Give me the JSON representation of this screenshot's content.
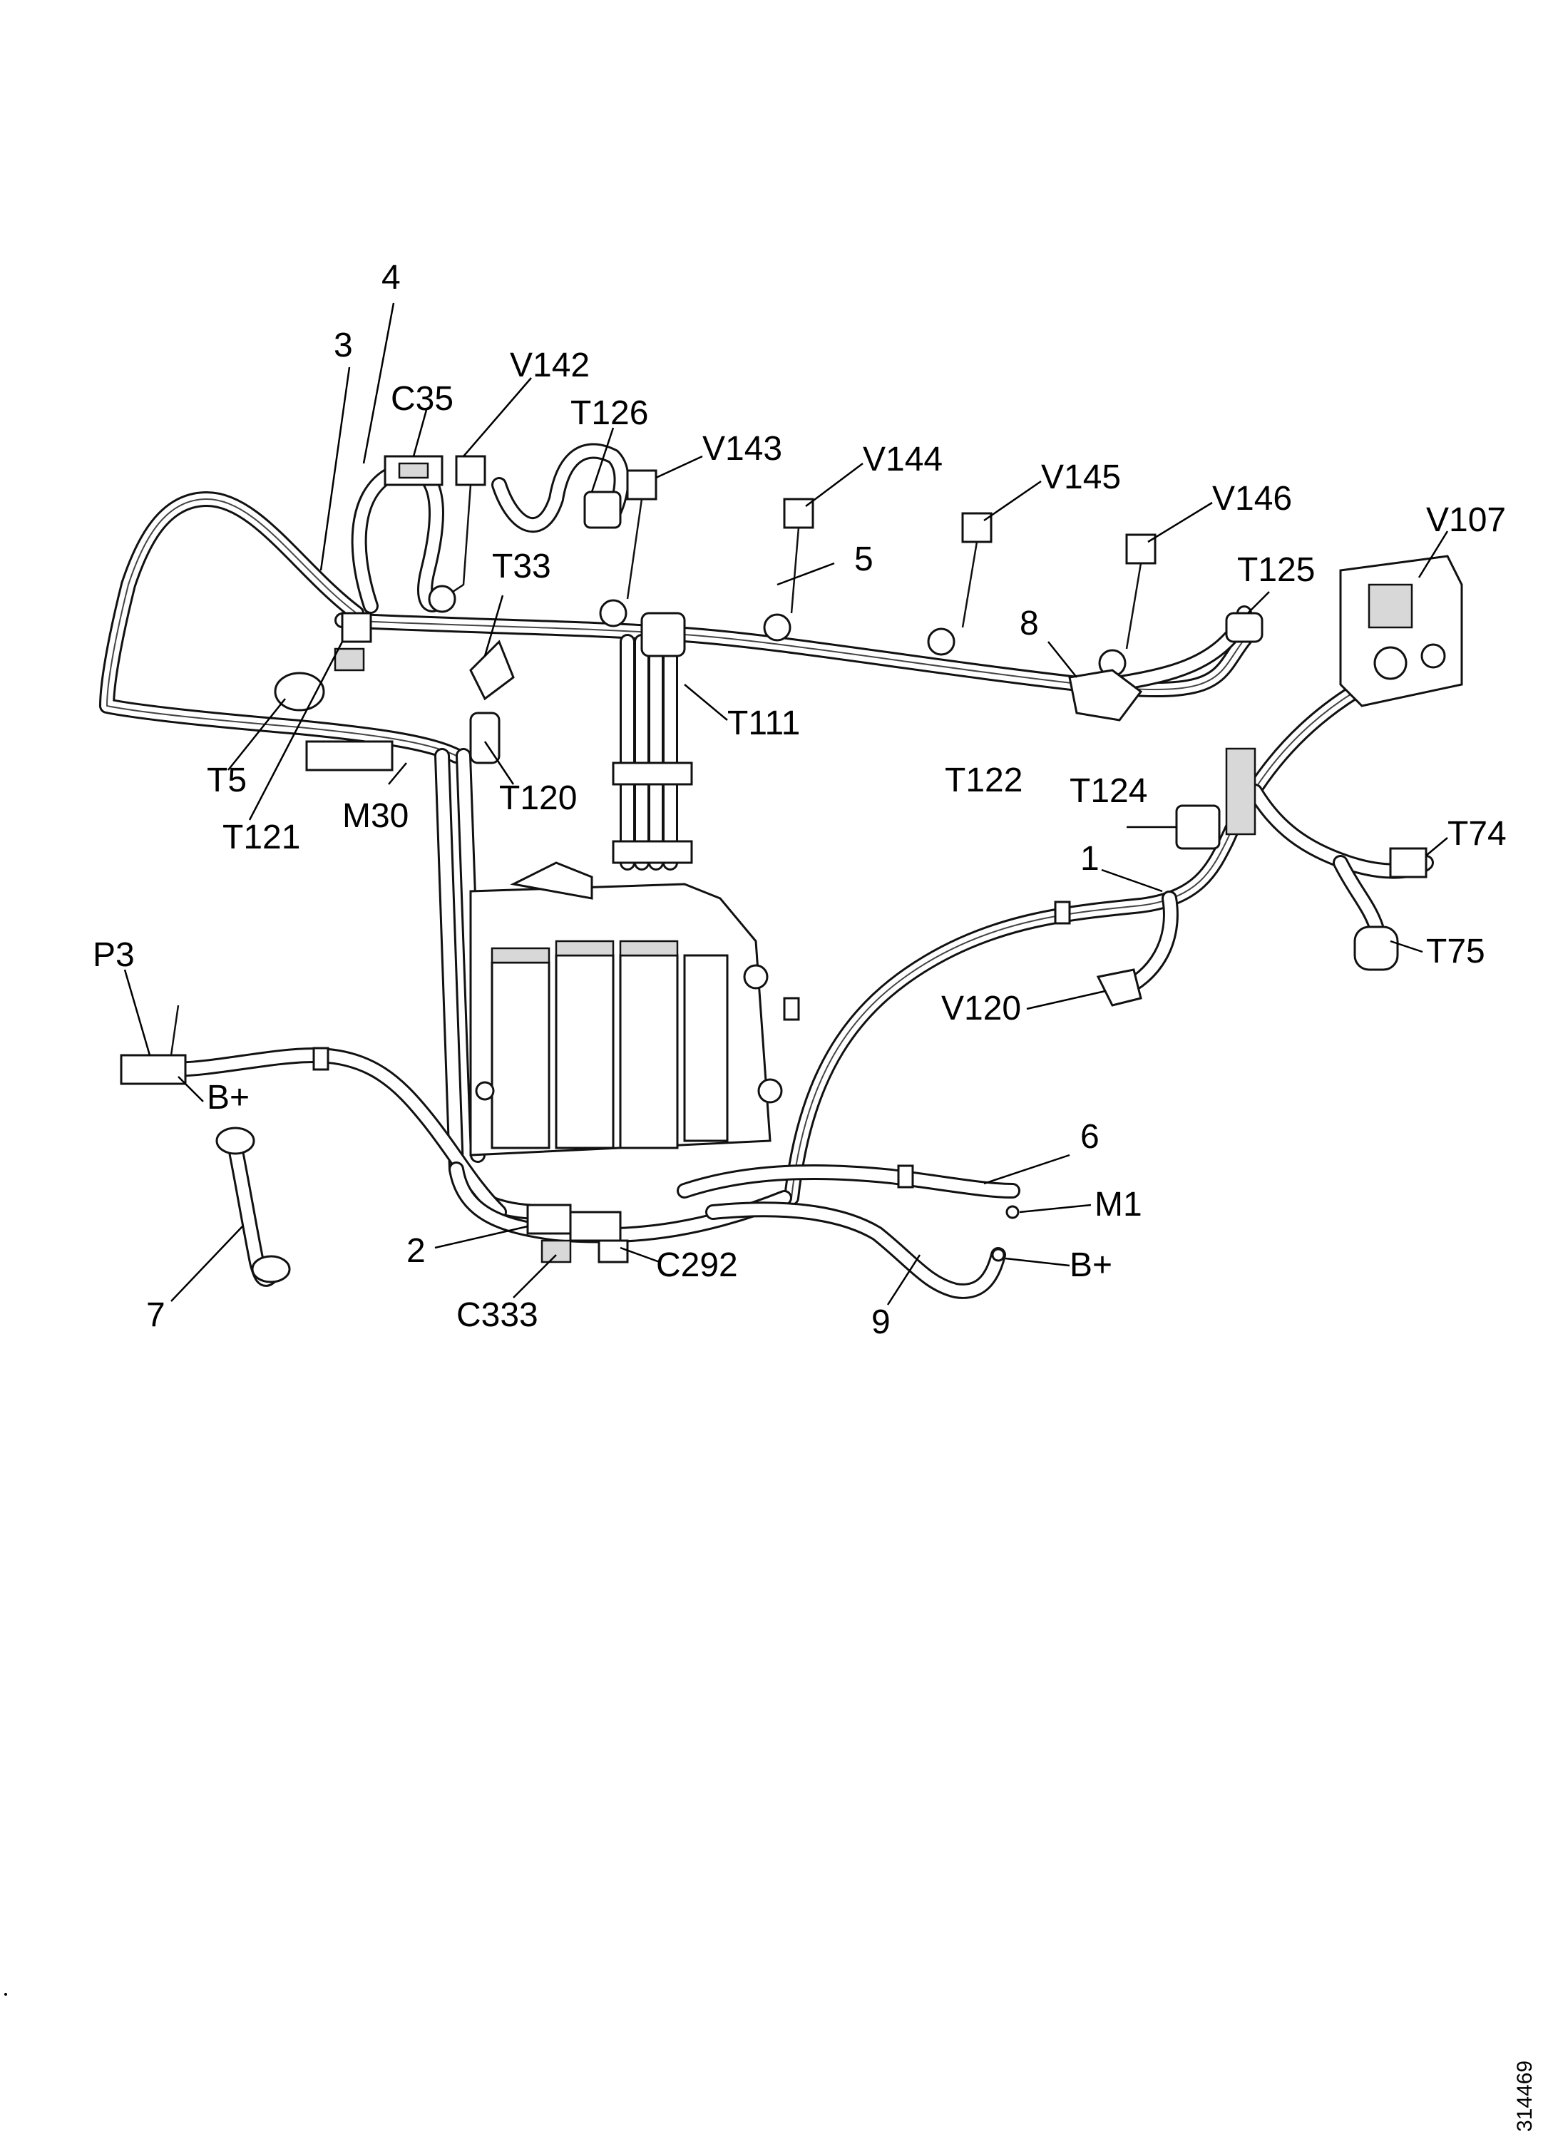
{
  "labels": {
    "l1": "1",
    "l2": "2",
    "l3": "3",
    "l4": "4",
    "l5": "5",
    "l6": "6",
    "l7": "7",
    "l8": "8",
    "l9": "9",
    "c35": "C35",
    "c292": "C292",
    "c333": "C333",
    "m1": "M1",
    "m30": "M30",
    "p3": "P3",
    "bplus_left": "B+",
    "bplus_right": "B+",
    "t5": "T5",
    "t33": "T33",
    "t74": "T74",
    "t75": "T75",
    "t111": "T111",
    "t120": "T120",
    "t121": "T121",
    "t122": "T122",
    "t124": "T124",
    "t125": "T125",
    "t126": "T126",
    "v107": "V107",
    "v120": "V120",
    "v142": "V142",
    "v143": "V143",
    "v144": "V144",
    "v145": "V145",
    "v146": "V146"
  },
  "document_number": "314469"
}
